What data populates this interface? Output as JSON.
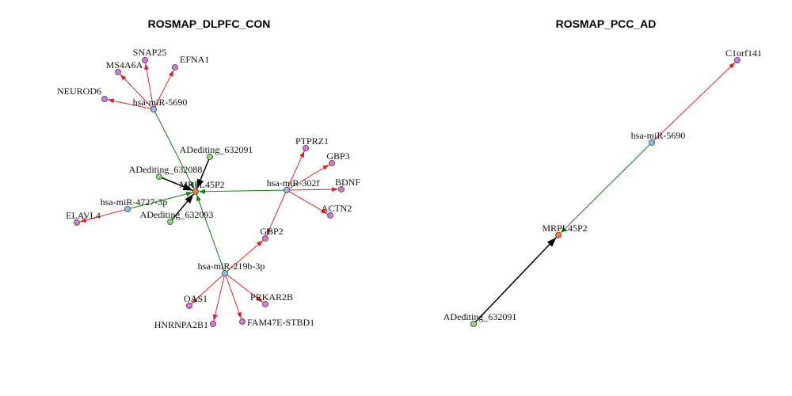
{
  "colors": {
    "mirna": "#87c3ee",
    "gene": "#dd77dd",
    "editing": "#88dd77",
    "hub": "#f08040",
    "edge_red": "#dd2222",
    "edge_green": "#117711",
    "edge_black": "#000000"
  },
  "panels": [
    {
      "title": "ROSMAP_DLPFC_CON",
      "nodes": [
        {
          "id": "MRPL45P2",
          "type": "hub"
        },
        {
          "id": "hsa-miR-5690",
          "type": "mirna"
        },
        {
          "id": "SNAP25",
          "type": "gene"
        },
        {
          "id": "MS4A6A",
          "type": "gene"
        },
        {
          "id": "EFNA1",
          "type": "gene"
        },
        {
          "id": "NEUROD6",
          "type": "gene"
        },
        {
          "id": "ADediting_632091",
          "type": "editing"
        },
        {
          "id": "ADediting_632088",
          "type": "editing"
        },
        {
          "id": "ADediting_632093",
          "type": "editing"
        },
        {
          "id": "hsa-miR-4727-3p",
          "type": "mirna"
        },
        {
          "id": "ELAVL4",
          "type": "gene"
        },
        {
          "id": "hsa-miR-302f",
          "type": "mirna"
        },
        {
          "id": "PTPRZ1",
          "type": "gene"
        },
        {
          "id": "GBP3",
          "type": "gene"
        },
        {
          "id": "BDNF",
          "type": "gene"
        },
        {
          "id": "ACTN2",
          "type": "gene"
        },
        {
          "id": "GBP2",
          "type": "gene"
        },
        {
          "id": "hsa-miR-219b-3p",
          "type": "mirna"
        },
        {
          "id": "OAS1",
          "type": "gene"
        },
        {
          "id": "HNRNPA2B1",
          "type": "gene"
        },
        {
          "id": "FAM47E-STBD1",
          "type": "gene"
        },
        {
          "id": "PRKAR2B",
          "type": "gene"
        }
      ],
      "edges": [
        [
          "hsa-miR-5690",
          "SNAP25",
          "red"
        ],
        [
          "hsa-miR-5690",
          "MS4A6A",
          "red"
        ],
        [
          "hsa-miR-5690",
          "EFNA1",
          "red"
        ],
        [
          "hsa-miR-5690",
          "NEUROD6",
          "red"
        ],
        [
          "hsa-miR-5690",
          "MRPL45P2",
          "green"
        ],
        [
          "ADediting_632091",
          "MRPL45P2",
          "black"
        ],
        [
          "ADediting_632088",
          "MRPL45P2",
          "black"
        ],
        [
          "ADediting_632093",
          "MRPL45P2",
          "black"
        ],
        [
          "hsa-miR-4727-3p",
          "MRPL45P2",
          "green"
        ],
        [
          "hsa-miR-4727-3p",
          "ELAVL4",
          "red"
        ],
        [
          "hsa-miR-302f",
          "MRPL45P2",
          "green"
        ],
        [
          "hsa-miR-302f",
          "PTPRZ1",
          "red"
        ],
        [
          "hsa-miR-302f",
          "GBP3",
          "red"
        ],
        [
          "hsa-miR-302f",
          "BDNF",
          "red"
        ],
        [
          "hsa-miR-302f",
          "ACTN2",
          "red"
        ],
        [
          "hsa-miR-302f",
          "GBP2",
          "red"
        ],
        [
          "hsa-miR-219b-3p",
          "MRPL45P2",
          "green"
        ],
        [
          "hsa-miR-219b-3p",
          "GBP2",
          "red"
        ],
        [
          "hsa-miR-219b-3p",
          "OAS1",
          "red"
        ],
        [
          "hsa-miR-219b-3p",
          "HNRNPA2B1",
          "red"
        ],
        [
          "hsa-miR-219b-3p",
          "FAM47E-STBD1",
          "red"
        ],
        [
          "hsa-miR-219b-3p",
          "PRKAR2B",
          "red"
        ]
      ]
    },
    {
      "title": "ROSMAP_PCC_AD",
      "nodes": [
        {
          "id": "C1orf141",
          "type": "gene"
        },
        {
          "id": "hsa-miR-5690",
          "type": "mirna"
        },
        {
          "id": "MRPL45P2",
          "type": "hub"
        },
        {
          "id": "ADediting_632091",
          "type": "editing"
        }
      ],
      "edges": [
        [
          "hsa-miR-5690",
          "C1orf141",
          "red"
        ],
        [
          "hsa-miR-5690",
          "MRPL45P2",
          "green"
        ],
        [
          "ADediting_632091",
          "MRPL45P2",
          "black"
        ]
      ]
    }
  ]
}
